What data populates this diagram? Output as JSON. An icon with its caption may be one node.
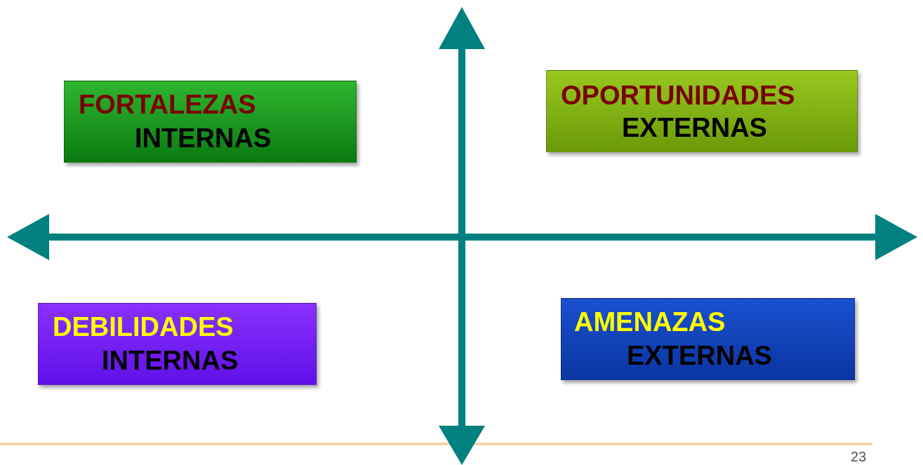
{
  "diagram": {
    "nodes": [
      {
        "text": [
          "FORTALEZAS",
          "INTERNAS"
        ]
      },
      {
        "text": [
          "OPORTUNIDADES",
          "EXTERNAS"
        ]
      },
      {
        "text": [
          "DEBILIDADES",
          "INTERNAS"
        ]
      },
      {
        "text": [
          "AMENAZAS",
          "EXTERNAS"
        ]
      }
    ],
    "edges": [],
    "labels": [
      "23"
    ]
  }
}
